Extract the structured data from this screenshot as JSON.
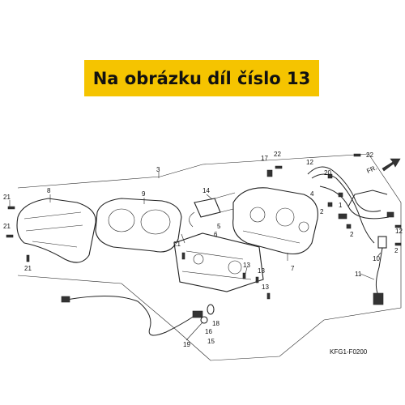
{
  "banner": {
    "text": "Na obrázku díl číslo 13",
    "color": "#f5c400"
  },
  "diagram": {
    "reference_code": "KFG1-F0200",
    "direction_label": "FR.",
    "callouts": [
      "3",
      "8",
      "9",
      "14",
      "5",
      "21",
      "17",
      "22",
      "7",
      "6",
      "12",
      "20",
      "4",
      "2",
      "1",
      "10",
      "11",
      "13",
      "16",
      "18",
      "15",
      "19"
    ]
  }
}
